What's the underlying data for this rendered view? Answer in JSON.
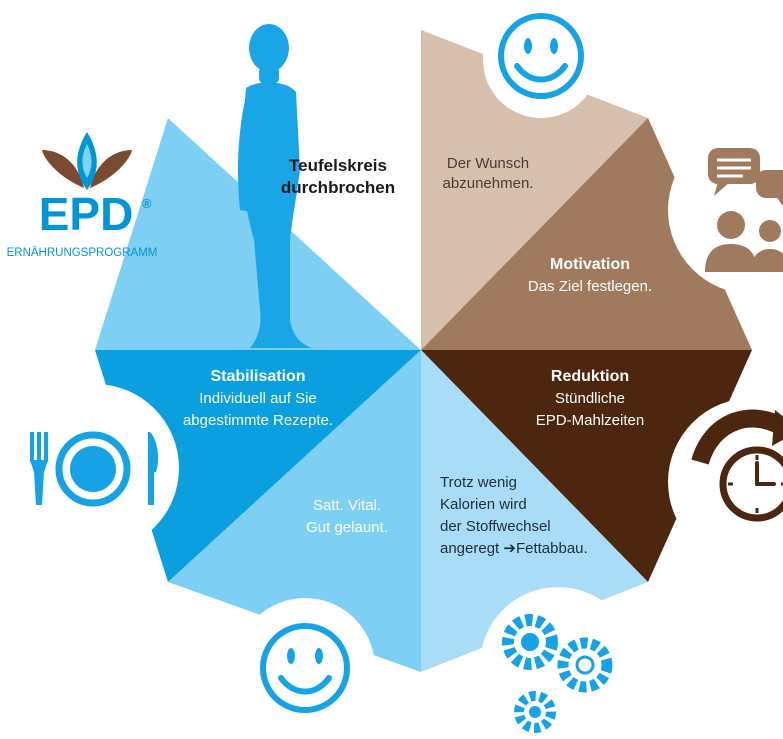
{
  "logo": {
    "brand": "EPD",
    "registered": "®",
    "tagline": "ERNÄHRUNGSPROGRAMM"
  },
  "segments": {
    "top_left": {
      "title_line1": "Teufelskreis",
      "title_line2": "durchbrochen"
    },
    "top_right": {
      "text_line1": "Der Wunsch",
      "text_line2": "abzunehmen."
    },
    "motivation": {
      "title": "Motivation",
      "text": "Das Ziel festlegen."
    },
    "reduktion": {
      "title": "Reduktion",
      "text_line1": "Stündliche",
      "text_line2": "EPD-Mahlzeiten"
    },
    "metabolism": {
      "line1": "Trotz wenig",
      "line2": "Kalorien wird",
      "line3": "der Stoffwechsel",
      "line4": "angeregt ➔Fettabbau."
    },
    "satt": {
      "line1": "Satt. Vital.",
      "line2": "Gut gelaunt."
    },
    "stabilisation": {
      "title": "Stabilisation",
      "text_line1": "Individuell auf Sie",
      "text_line2": "abgestimmte Rezepte."
    }
  },
  "icons": {
    "top": "smiley-icon",
    "right_top": "speech-bubble-people-icon",
    "right_bottom": "clock-arrow-icon",
    "bottom_right": "gears-icon",
    "bottom": "smiley-icon",
    "left": "plate-cutlery-icon",
    "figure": "human-silhouette-icon"
  },
  "colors": {
    "light_blue": "#7dd0f3",
    "mid_blue": "#0aa0e0",
    "pale_blue": "#a9dcf6",
    "beige": "#d7bfae",
    "tan": "#a07a5f",
    "dark_brown": "#4d2610",
    "logo_brown": "#7a4b30",
    "logo_blue": "#0096d6"
  }
}
